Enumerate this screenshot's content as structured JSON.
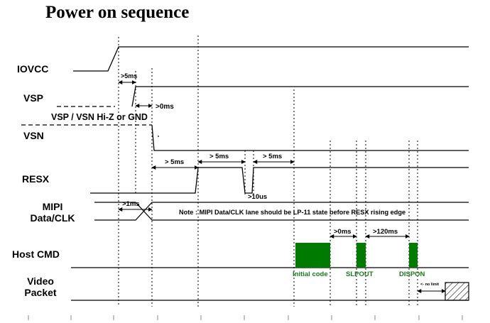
{
  "title": "Power on sequence",
  "signals": {
    "iovcc": "IOVCC",
    "vsp": "VSP",
    "vsn": "VSN",
    "resx": "RESX",
    "mipi_line1": "MIPI",
    "mipi_line2": "Data/CLK",
    "host_cmd": "Host CMD",
    "video_line1": "Video",
    "video_line2": "Packet"
  },
  "annotations": {
    "t_5ms_vsp": ">5ms",
    "t_0ms_vsn": ">0ms",
    "hiz": "VSP / VSN Hi-Z or GND",
    "t_5ms_a": "> 5ms",
    "t_5ms_b": "> 5ms",
    "t_5ms_c": "> 5ms",
    "t_10us": ">10us",
    "t_1ms": ">1ms",
    "note": "Note : MIPI Data/CLK lane should be LP-11 state before RESX rising edge",
    "t_0ms_cmd": ">0ms",
    "t_120ms": ">120ms",
    "no_limit": "<- no limit"
  },
  "commands": {
    "initial": "Initial code",
    "slpout": "SLPOUT",
    "dispon": "DISPON"
  },
  "colors": {
    "command_block": "#007a00",
    "command_text": "#1a7a1a",
    "line": "#000000"
  }
}
